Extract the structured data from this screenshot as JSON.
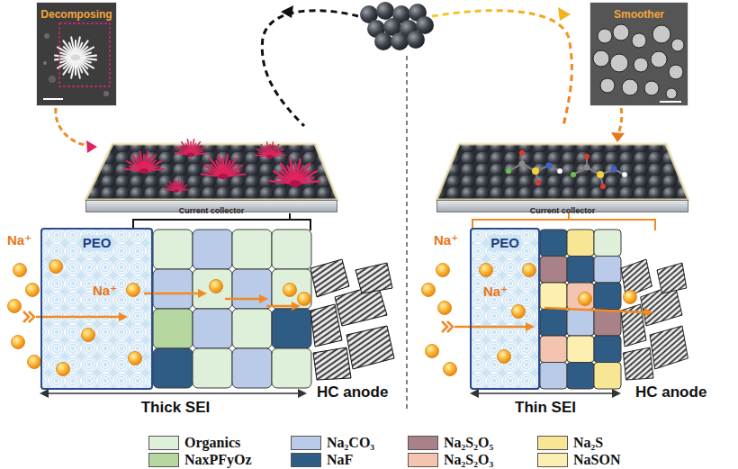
{
  "diagram": {
    "nodes": [
      {
        "text": [
          "Decomposing"
        ]
      },
      {
        "text": [
          "Current collector"
        ]
      },
      {
        "text": [
          "PEO"
        ]
      },
      {
        "text": [
          "Smoother"
        ]
      },
      {
        "text": [
          "Current collector"
        ]
      },
      {
        "text": [
          "PEO"
        ]
      }
    ],
    "labels": [
      "Na⁺",
      "Na⁺",
      "Thick SEI",
      "HC anode",
      "Na⁺",
      "Na⁺",
      "Thin SEI",
      "HC anode"
    ],
    "legend": [
      {
        "text": "Organics",
        "color": "#dff0da"
      },
      {
        "text": "Na₂CO₃",
        "color": "#b9cbe9"
      },
      {
        "text": "Na₂S₂O₅",
        "color": "#a98289"
      },
      {
        "text": "Na₂S",
        "color": "#f7e795"
      },
      {
        "text": "NaxPFyOz",
        "color": "#b6d7a0"
      },
      {
        "text": "NaF",
        "color": "#2e5c84"
      },
      {
        "text": "Na₂S₂O₃",
        "color": "#f3c5b1"
      },
      {
        "text": "NaSON",
        "color": "#fcefb0"
      }
    ]
  }
}
